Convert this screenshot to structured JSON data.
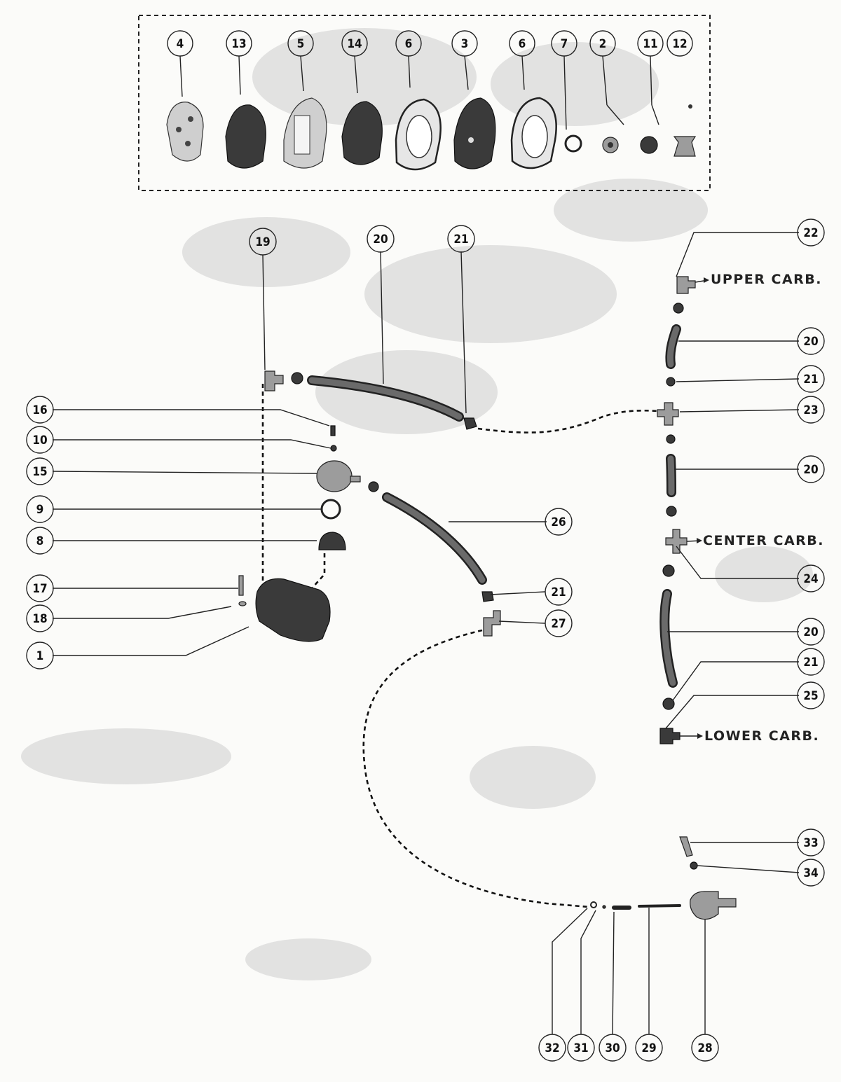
{
  "diagram": {
    "kit_callouts": [
      "4",
      "13",
      "5",
      "14",
      "6",
      "3",
      "6",
      "7",
      "2",
      "11",
      "12"
    ],
    "carb_labels": {
      "upper": "UPPER CARB.",
      "center": "CENTER CARB.",
      "lower": "LOWER CARB."
    },
    "callouts": {
      "c19": "19",
      "c20a": "20",
      "c21a": "21",
      "c22": "22",
      "c20b": "20",
      "c21b": "21",
      "c23": "23",
      "c20c": "20",
      "c16": "16",
      "c10": "10",
      "c15": "15",
      "c9": "9",
      "c8": "8",
      "c26": "26",
      "c24": "24",
      "c17": "17",
      "c18": "18",
      "c1": "1",
      "c21c": "21",
      "c27": "27",
      "c20d": "20",
      "c21d": "21",
      "c25": "25",
      "c33": "33",
      "c34": "34",
      "c32": "32",
      "c31": "31",
      "c30": "30",
      "c29": "29",
      "c28": "28"
    }
  }
}
